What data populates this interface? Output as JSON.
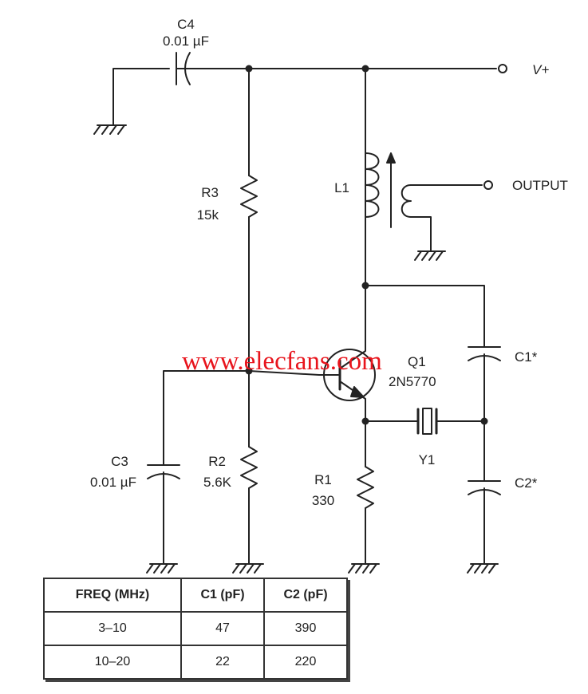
{
  "components": {
    "c4": {
      "ref": "C4",
      "value": "0.01 µF"
    },
    "c3": {
      "ref": "C3",
      "value": "0.01 µF"
    },
    "r3": {
      "ref": "R3",
      "value": "15k"
    },
    "r2": {
      "ref": "R2",
      "value": "5.6K"
    },
    "r1": {
      "ref": "R1",
      "value": "330"
    },
    "l1": {
      "ref": "L1"
    },
    "q1": {
      "ref": "Q1",
      "value": "2N5770"
    },
    "y1": {
      "ref": "Y1"
    },
    "c1": {
      "ref": "C1*"
    },
    "c2": {
      "ref": "C2*"
    }
  },
  "terminals": {
    "supply": "V+",
    "output": "OUTPUT"
  },
  "watermark": "www.elecfans.com",
  "table": {
    "headers": [
      "FREQ (MHz)",
      "C1 (pF)",
      "C2 (pF)"
    ],
    "rows": [
      [
        "3–10",
        "47",
        "390"
      ],
      [
        "10–20",
        "22",
        "220"
      ]
    ]
  },
  "colors": {
    "line": "#222222",
    "watermark": "#e8141c"
  }
}
